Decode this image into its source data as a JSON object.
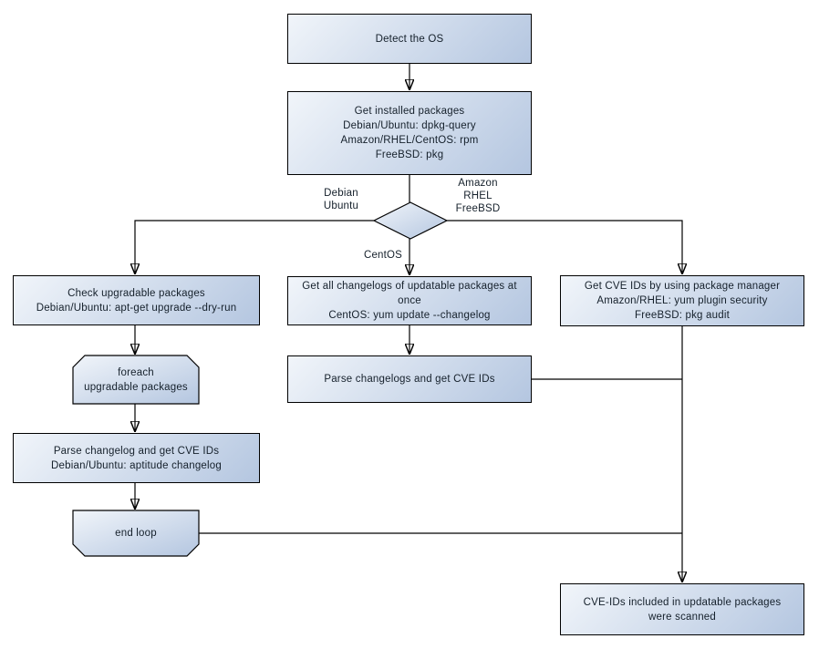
{
  "colors": {
    "background": "#ffffff",
    "node_fill_light": "#f1f5fa",
    "node_fill_dark": "#b4c6e0",
    "node_border": "#000000",
    "connector": "#000000",
    "text": "#15202b"
  },
  "nodes": {
    "detect_os": {
      "text": "Detect the OS"
    },
    "get_installed_packages": {
      "text": "Get installed packages\nDebian/Ubuntu: dpkg-query\nAmazon/RHEL/CentOS: rpm\nFreeBSD: pkg"
    },
    "check_upgradable": {
      "text": "Check upgradable packages\nDebian/Ubuntu: apt-get upgrade --dry-run"
    },
    "foreach_loop": {
      "text": "foreach\nupgradable packages"
    },
    "parse_changelog_debian": {
      "text": "Parse changelog and get CVE IDs\nDebian/Ubuntu: aptitude changelog"
    },
    "end_loop": {
      "text": "end loop"
    },
    "get_all_changelogs": {
      "text": "Get all changelogs of updatable packages at once\nCentOS: yum update --changelog"
    },
    "parse_changelogs_centos": {
      "text": "Parse changelogs and get CVE IDs"
    },
    "get_cve_ids_pkg_manager": {
      "text": "Get CVE IDs by using package manager\nAmazon/RHEL: yum plugin security\nFreeBSD: pkg audit"
    },
    "result_scanned": {
      "text": "CVE-IDs included in updatable packages\nwere scanned"
    }
  },
  "edge_labels": {
    "debian_ubuntu": {
      "text": "Debian\nUbuntu"
    },
    "amazon_rhel_freebsd": {
      "text": "Amazon\nRHEL\nFreeBSD"
    },
    "centos": {
      "text": "CentOS"
    }
  }
}
